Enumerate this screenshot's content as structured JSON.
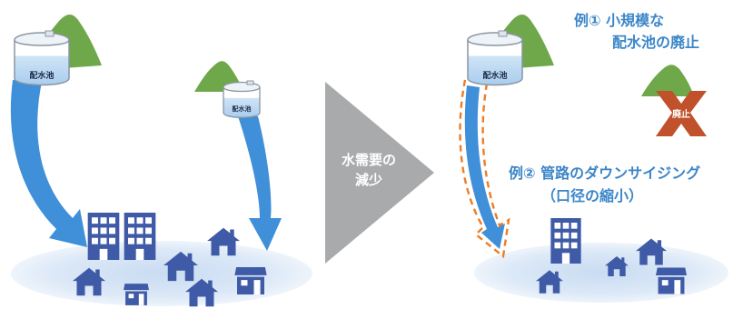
{
  "tank_label": "配水池",
  "arrow_text_line1": "水需要の",
  "arrow_text_line2": "減少",
  "example1_line1": "例① 小規模な",
  "example1_line2": "配水池の廃止",
  "example2_line1": "例② 管路のダウンサイジング",
  "example2_line2": "（口径の縮小）",
  "abolish_label": "廃止",
  "colors": {
    "mountain": "#6fa84a",
    "tank": "#cfe4f6",
    "pipe": "#3f8fd9",
    "town_ellipse": "#dde9f7",
    "building": "#3f5aa6",
    "arrow_gray": "#a9aaab",
    "cross": "#c0512a",
    "dash": "#ee7d24",
    "example_text": "#3b86c8"
  },
  "icons": [
    "mountain-icon",
    "tank-icon",
    "apartment-icon",
    "house-icon",
    "shop-icon",
    "cross-icon"
  ]
}
